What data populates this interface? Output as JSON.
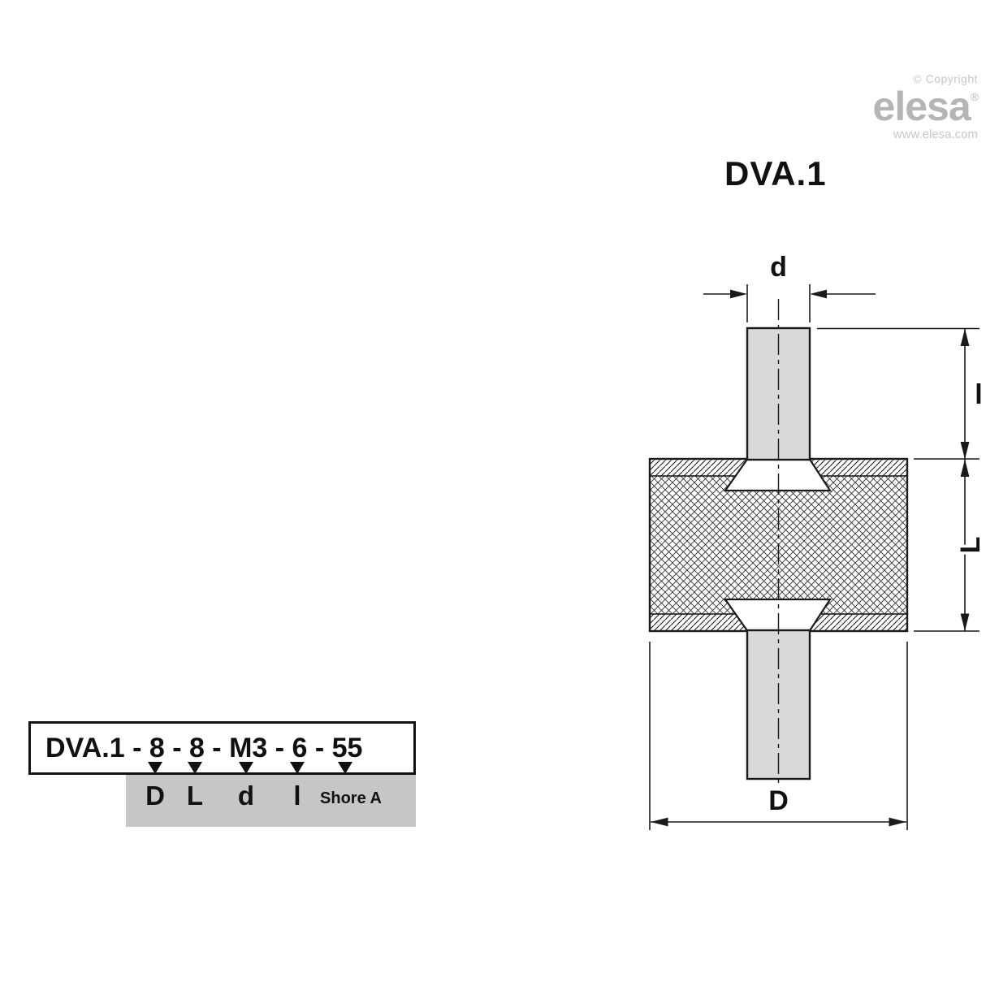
{
  "branding": {
    "copyright": "© Copyright",
    "logo_text": "elesa",
    "registered_mark": "®",
    "website": "www.elesa.com"
  },
  "product": {
    "series_title": "DVA.1"
  },
  "drawing": {
    "dimension_labels": {
      "thread_diameter": "d",
      "stud_length": "l",
      "body_height": "L",
      "body_diameter": "D"
    }
  },
  "order_code": {
    "code": "DVA.1 - 8 - 8 - M3 - 6 - 55",
    "labels": [
      "D",
      "L",
      "d",
      "l",
      "Shore A"
    ]
  },
  "colors": {
    "metal_fill": "#d9d9d9",
    "label_panel_gray": "#c6c6c6",
    "logo_gray": "#b5b5b5",
    "line_color": "#1a1a1a"
  }
}
